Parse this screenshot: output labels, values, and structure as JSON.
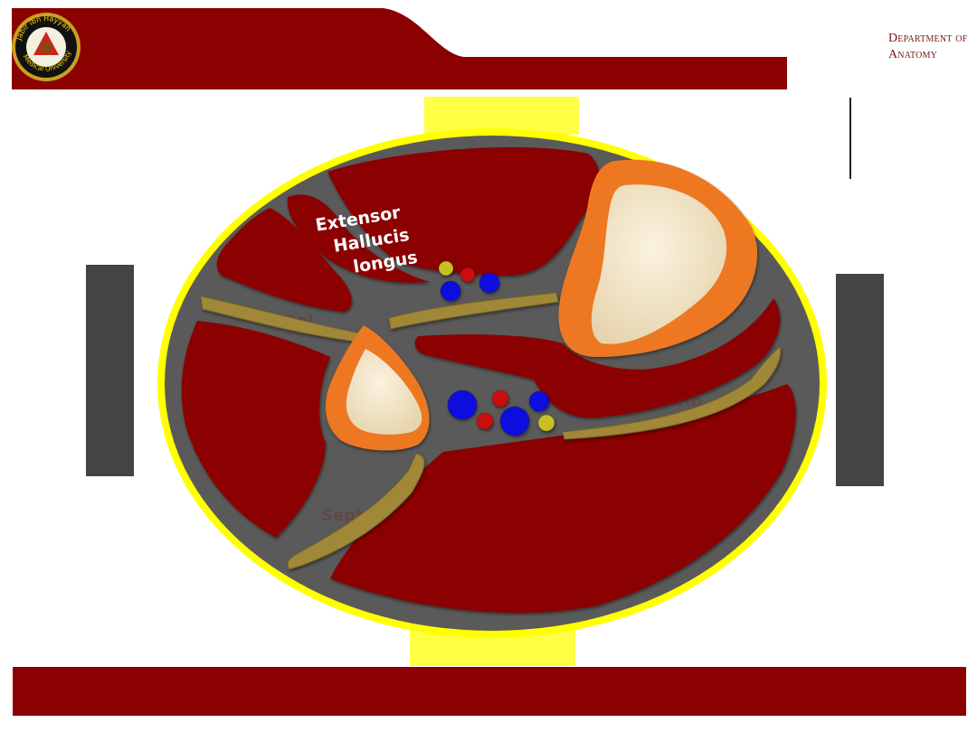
{
  "header": {
    "department_line1": "Department of",
    "department_line2": "Anatomy",
    "logo_text_top": "Jabir ibn Hayyan",
    "logo_text_bottom": "Medical University"
  },
  "diagram": {
    "labels": {
      "line1": "Extensor",
      "line2": "Hallucis",
      "line3": "longus"
    }
  },
  "colors": {
    "brand_red": "#8b0000",
    "muscle": "#8b0000",
    "fascia_yellow": "#ffff00",
    "periosteum_orange": "#ee7722",
    "bone": "#f0e2c4",
    "artery_blue": "#1010e0",
    "vein_red": "#cc1111",
    "nerve_yellow": "#c8c020",
    "septum_tan": "#a08838",
    "background_gray": "#5a5a5a"
  }
}
